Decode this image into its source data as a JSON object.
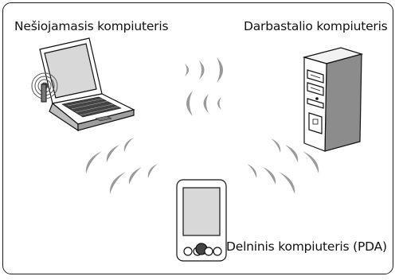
{
  "labels": {
    "laptop": "Nešiojamasis kompiuteris",
    "desktop": "Darbastalio kompiuteris",
    "pda": "Delninis kompiuteris (PDA)"
  },
  "icons": [
    "laptop-icon",
    "desktop-tower-icon",
    "pda-icon",
    "wifi-signal-icon"
  ],
  "colors": {
    "waves": "#9a9a9a",
    "outline": "#111111",
    "screen": "#d8d8d8"
  }
}
